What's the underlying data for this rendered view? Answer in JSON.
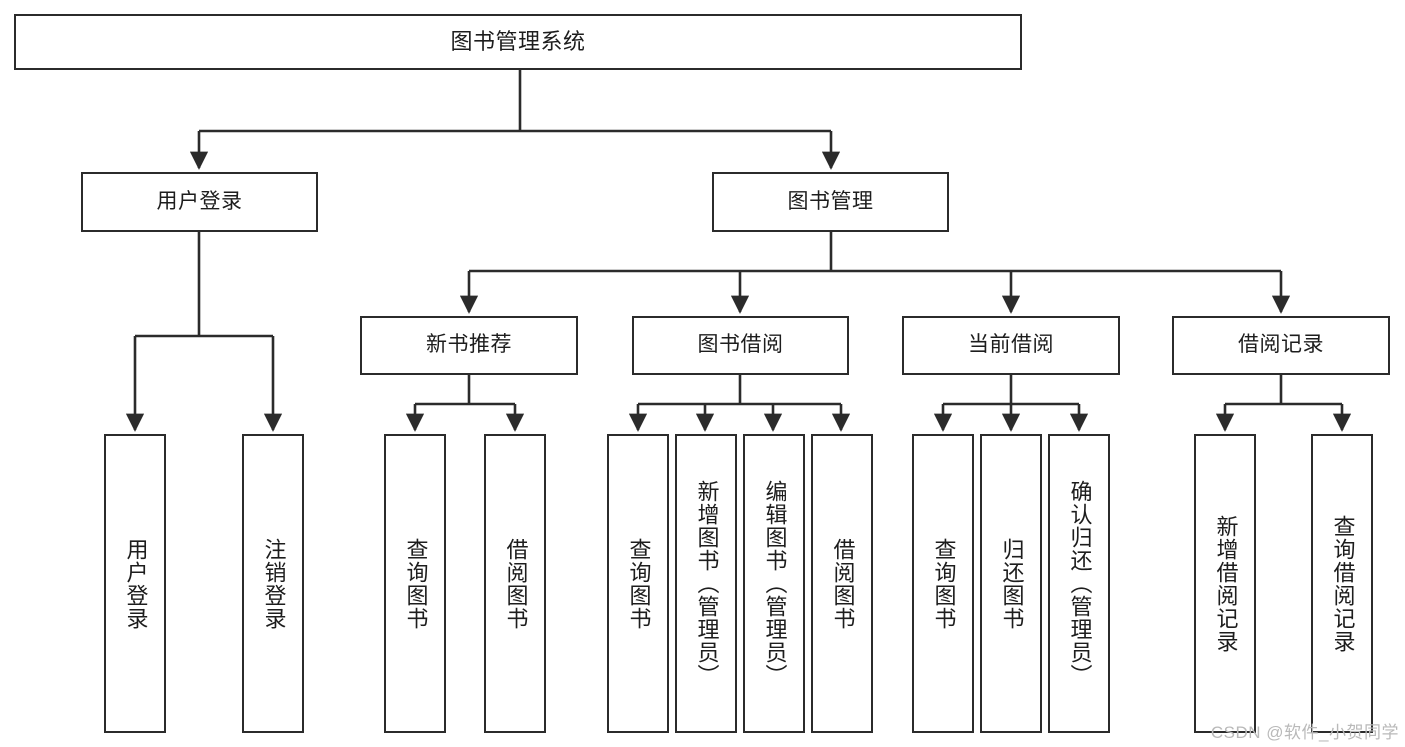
{
  "diagram": {
    "type": "tree",
    "title": "图书管理系统",
    "orientation": "top-down",
    "colors": {
      "box_stroke": "#2b2b2b",
      "box_fill": "#ffffff",
      "edge_stroke": "#2b2b2b",
      "text": "#1d1d1d",
      "watermark": "#b9b9b9",
      "background": "#ffffff"
    }
  },
  "root": {
    "label": "图书管理系统"
  },
  "level1": [
    {
      "label": "用户登录"
    },
    {
      "label": "图书管理"
    }
  ],
  "level2": [
    {
      "label": "新书推荐"
    },
    {
      "label": "图书借阅"
    },
    {
      "label": "当前借阅"
    },
    {
      "label": "借阅记录"
    }
  ],
  "leaves": {
    "user_login": [
      {
        "label": "用户登录"
      },
      {
        "label": "注销登录"
      }
    ],
    "new_book_recommend": [
      {
        "label": "查询图书"
      },
      {
        "label": "借阅图书"
      }
    ],
    "book_borrow": [
      {
        "label": "查询图书"
      },
      {
        "label": "新增图书（管理员）"
      },
      {
        "label": "编辑图书（管理员）"
      },
      {
        "label": "借阅图书"
      }
    ],
    "current_borrow": [
      {
        "label": "查询图书"
      },
      {
        "label": "归还图书"
      },
      {
        "label": "确认归还（管理员）"
      }
    ],
    "borrow_record": [
      {
        "label": "新增借阅记录"
      },
      {
        "label": "查询借阅记录"
      }
    ]
  },
  "watermark": {
    "text": "CSDN @软件_小贺同学"
  }
}
